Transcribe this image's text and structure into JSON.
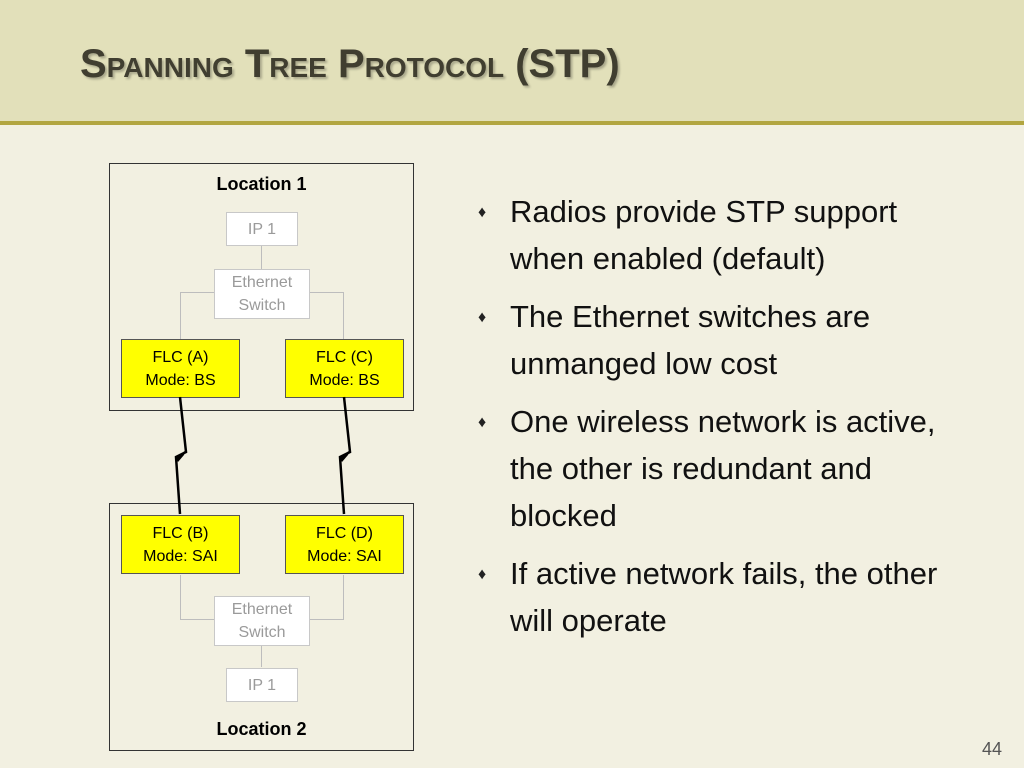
{
  "title": "Spanning Tree Protocol (STP)",
  "diagram": {
    "location1": {
      "label": "Location 1",
      "ip": "IP 1",
      "switch_line1": "Ethernet",
      "switch_line2": "Switch",
      "flc_a": {
        "name": "FLC (A)",
        "mode": "Mode: BS"
      },
      "flc_c": {
        "name": "FLC (C)",
        "mode": "Mode: BS"
      }
    },
    "location2": {
      "label": "Location 2",
      "ip": "IP 1",
      "switch_line1": "Ethernet",
      "switch_line2": "Switch",
      "flc_b": {
        "name": "FLC (B)",
        "mode": "Mode: SAI"
      },
      "flc_d": {
        "name": "FLC (D)",
        "mode": "Mode: SAI"
      }
    },
    "colors": {
      "flc_fill": "#ffff00",
      "line": "#bdbdbd"
    }
  },
  "bullets": [
    "Radios provide STP support when enabled (default)",
    "The Ethernet switches are unmanged low cost",
    "One wireless network is active, the other is redundant and blocked",
    "If active network fails, the other will operate"
  ],
  "bullet_icon": "diamond-bullet-icon",
  "page_number": "44"
}
